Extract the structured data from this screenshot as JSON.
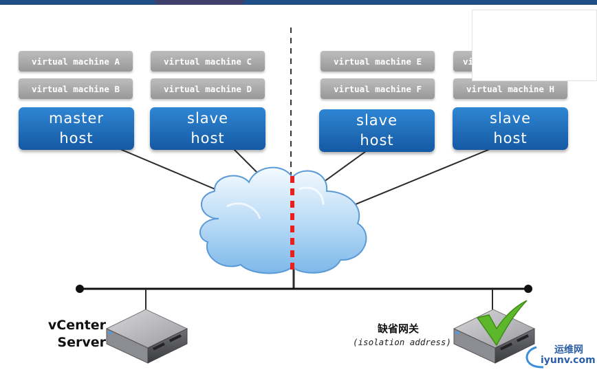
{
  "vms": {
    "a": "virtual machine A",
    "b": "virtual machine B",
    "c": "virtual machine C",
    "d": "virtual machine D",
    "e": "virtual machine E",
    "f": "virtual machine F",
    "g": "vi",
    "h": "virtual machine H"
  },
  "hosts": {
    "h1": "master host",
    "h2": "slave host",
    "h3": "slave host",
    "h4": "slave host"
  },
  "servers": {
    "vcenter": "vCenter Server",
    "gateway": "缺省网关",
    "isolation": "(isolation address)"
  },
  "watermark": {
    "line1": "运维网",
    "line2": "iyunv.com"
  },
  "colors": {
    "host_blue": "#1e6fc0",
    "vm_gray": "#a8a8a8",
    "partition_red": "#e8201e",
    "check_green": "#5cb82a",
    "header_bar": "#1f4f86"
  }
}
